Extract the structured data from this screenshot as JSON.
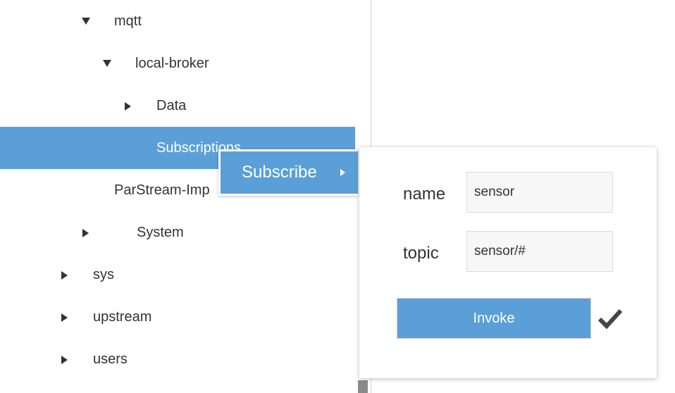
{
  "tree": {
    "items": [
      {
        "label": "mqtt",
        "expanded": true
      },
      {
        "label": "local-broker",
        "expanded": true
      },
      {
        "label": "Data",
        "expanded": false
      },
      {
        "label": "Subscriptions",
        "selected": true
      },
      {
        "label": "ParStream-Imp"
      },
      {
        "label": "System",
        "expanded": false
      },
      {
        "label": "sys",
        "expanded": false
      },
      {
        "label": "upstream",
        "expanded": false
      },
      {
        "label": "users",
        "expanded": false
      }
    ]
  },
  "context_menu": {
    "item_label": "Subscribe",
    "submenu_icon": "caret-right-icon"
  },
  "dialog": {
    "name_label": "name",
    "name_value": "sensor",
    "topic_label": "topic",
    "topic_value": "sensor/#",
    "invoke_label": "Invoke",
    "status_icon": "checkmark-icon"
  },
  "colors": {
    "accent": "#5b9fd9",
    "text": "#333333",
    "check": "#444444"
  }
}
